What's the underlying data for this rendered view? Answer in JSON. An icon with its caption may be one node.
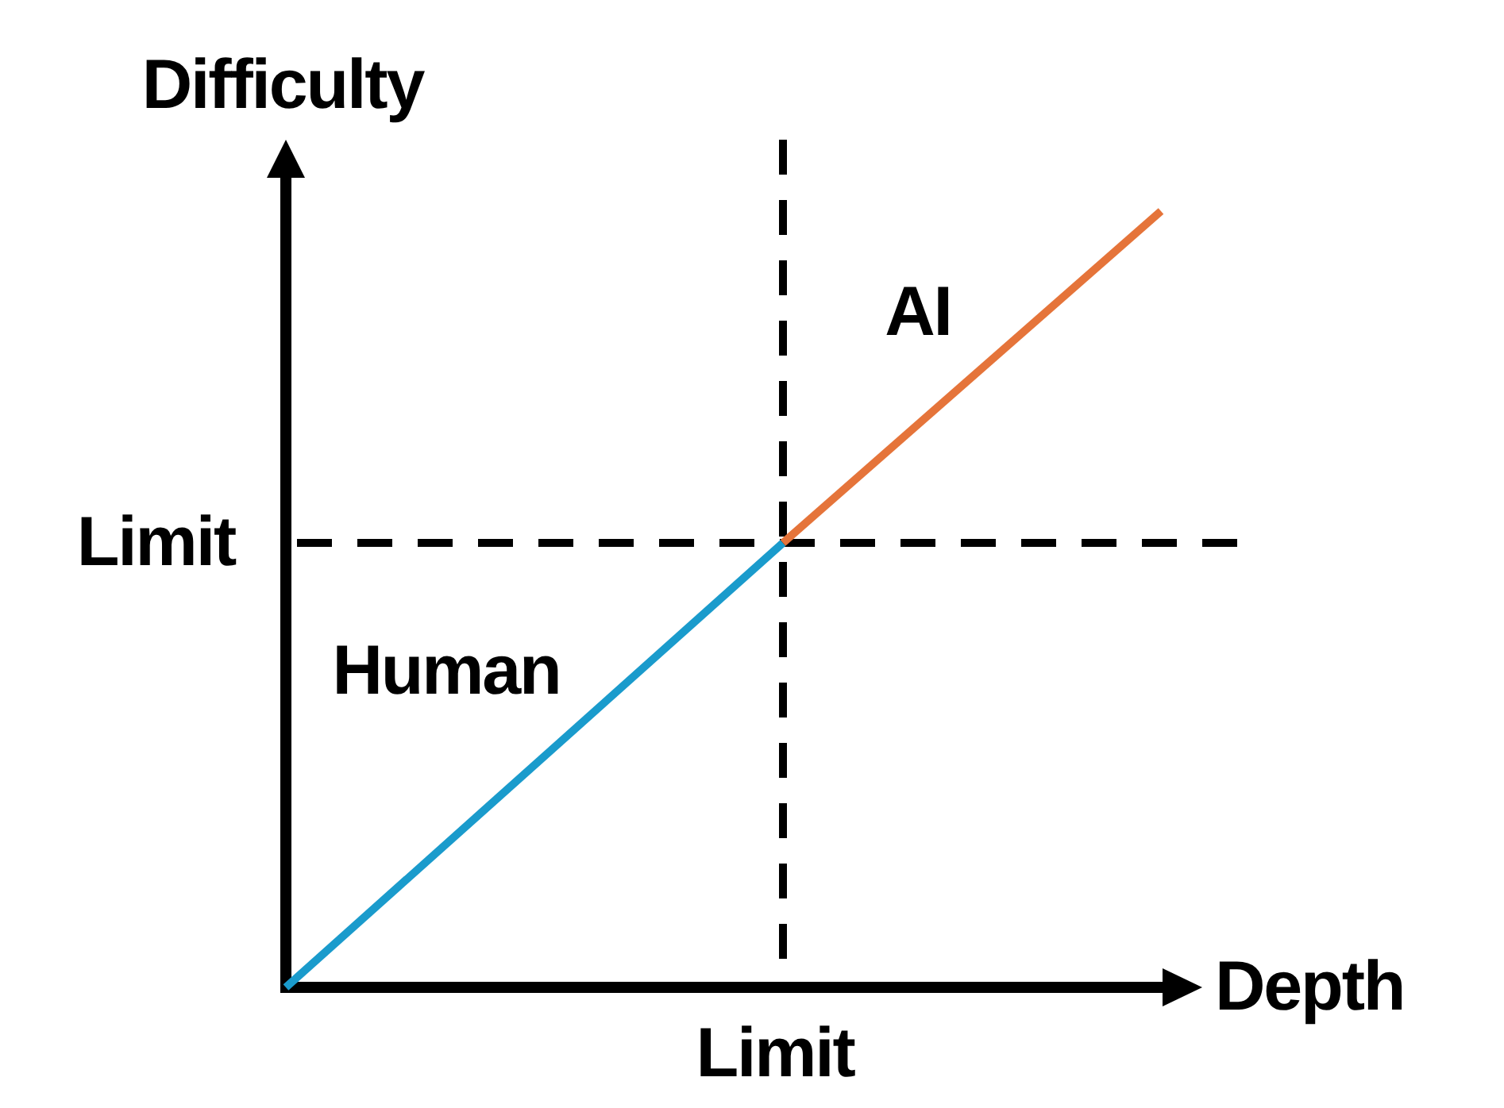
{
  "diagram": {
    "labels": [
      "Difficulty",
      "AI",
      "Limit",
      "Human",
      "Depth",
      "Limit"
    ]
  }
}
